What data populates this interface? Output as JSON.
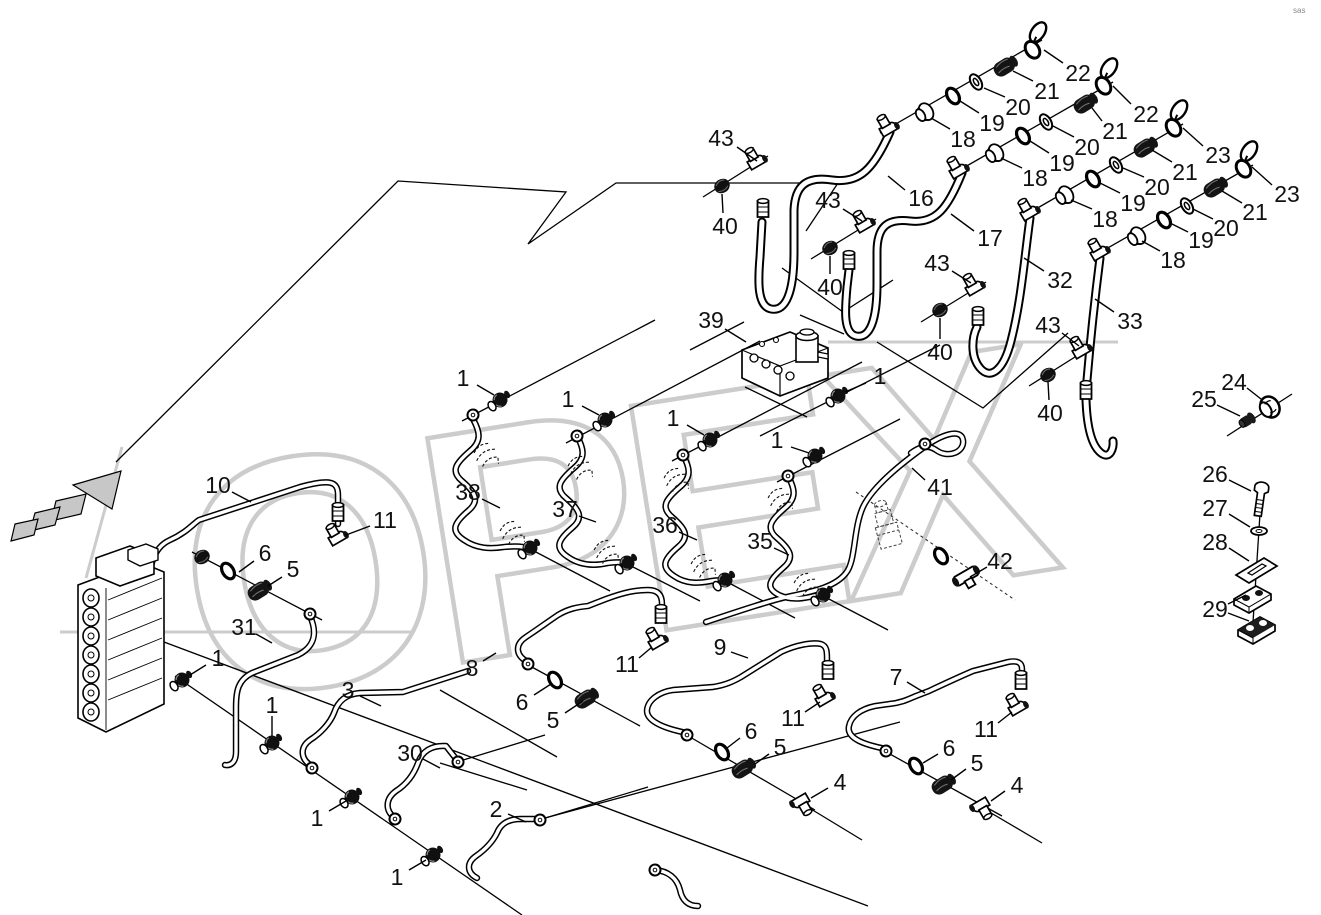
{
  "corner_mark": "sas",
  "watermark": {
    "text": "OPEX",
    "color": "#cccccc"
  },
  "colors": {
    "background": "#ffffff",
    "line": "#000000",
    "label": "#111111",
    "watermark": "#cccccc"
  },
  "diagram": {
    "labels": [
      [
        "43",
        721,
        138,
        [
          737,
          147,
          757,
          161
        ]
      ],
      [
        "40",
        725,
        226,
        [
          723,
          213,
          722,
          194
        ]
      ],
      [
        "16",
        921,
        198,
        [
          905,
          190,
          888,
          176
        ]
      ],
      [
        "17",
        990,
        238,
        [
          974,
          231,
          951,
          214
        ]
      ],
      [
        "43",
        828,
        200,
        [
          843,
          209,
          862,
          221
        ]
      ],
      [
        "40",
        830,
        287,
        [
          830,
          274,
          830,
          256
        ]
      ],
      [
        "43",
        937,
        263,
        [
          952,
          271,
          971,
          283
        ]
      ],
      [
        "40",
        940,
        352,
        [
          940,
          339,
          940,
          318
        ]
      ],
      [
        "43",
        1048,
        325,
        [
          1062,
          333,
          1079,
          346
        ]
      ],
      [
        "40",
        1050,
        413,
        [
          1049,
          400,
          1048,
          382
        ]
      ],
      [
        "18",
        963,
        139,
        [
          950,
          129,
          931,
          118
        ]
      ],
      [
        "19",
        992,
        123,
        [
          979,
          113,
          960,
          101
        ]
      ],
      [
        "20",
        1018,
        107,
        [
          1005,
          97,
          984,
          88
        ]
      ],
      [
        "21",
        1047,
        91,
        [
          1033,
          81,
          1013,
          71
        ]
      ],
      [
        "22",
        1078,
        73,
        [
          1063,
          63,
          1044,
          50
        ]
      ],
      [
        "18",
        1035,
        178,
        [
          1022,
          168,
          1001,
          158
        ]
      ],
      [
        "19",
        1062,
        163,
        [
          1049,
          153,
          1030,
          141
        ]
      ],
      [
        "20",
        1087,
        147,
        [
          1074,
          137,
          1053,
          126
        ]
      ],
      [
        "21",
        1115,
        131,
        [
          1102,
          121,
          1092,
          108
        ]
      ],
      [
        "22",
        1146,
        114,
        [
          1131,
          104,
          1113,
          86
        ]
      ],
      [
        "18",
        1105,
        219,
        [
          1092,
          209,
          1071,
          200
        ]
      ],
      [
        "19",
        1133,
        203,
        [
          1120,
          193,
          1100,
          183
        ]
      ],
      [
        "20",
        1157,
        187,
        [
          1144,
          177,
          1123,
          168
        ]
      ],
      [
        "21",
        1185,
        172,
        [
          1172,
          162,
          1152,
          150
        ]
      ],
      [
        "23",
        1218,
        155,
        [
          1203,
          146,
          1183,
          128
        ]
      ],
      [
        "18",
        1173,
        260,
        [
          1160,
          251,
          1142,
          241
        ]
      ],
      [
        "19",
        1201,
        240,
        [
          1188,
          232,
          1170,
          223
        ]
      ],
      [
        "20",
        1226,
        228,
        [
          1213,
          219,
          1193,
          209
        ]
      ],
      [
        "21",
        1255,
        212,
        [
          1242,
          203,
          1222,
          191
        ]
      ],
      [
        "23",
        1287,
        194,
        [
          1272,
          185,
          1252,
          167
        ]
      ],
      [
        "32",
        1060,
        280,
        [
          1044,
          271,
          1024,
          258
        ]
      ],
      [
        "33",
        1130,
        321,
        [
          1114,
          312,
          1095,
          299
        ]
      ],
      [
        "39",
        711,
        320,
        [
          725,
          329,
          746,
          342
        ]
      ],
      [
        "1",
        463,
        378,
        [
          477,
          385,
          494,
          395
        ]
      ],
      [
        "1",
        568,
        399,
        [
          582,
          406,
          599,
          415
        ]
      ],
      [
        "1",
        673,
        418,
        [
          687,
          425,
          704,
          435
        ]
      ],
      [
        "1",
        777,
        440,
        [
          791,
          447,
          809,
          453
        ]
      ],
      [
        "1",
        880,
        376,
        [
          866,
          383,
          845,
          392
        ]
      ],
      [
        "41",
        940,
        487,
        [
          925,
          480,
          912,
          468
        ]
      ],
      [
        "42",
        1000,
        561,
        [
          987,
          567,
          970,
          577
        ]
      ],
      [
        "38",
        468,
        492,
        [
          482,
          499,
          500,
          508
        ]
      ],
      [
        "37",
        565,
        509,
        [
          579,
          516,
          596,
          522
        ]
      ],
      [
        "36",
        665,
        525,
        [
          679,
          532,
          697,
          540
        ]
      ],
      [
        "35",
        760,
        541,
        [
          774,
          548,
          789,
          555
        ]
      ],
      [
        "10",
        218,
        485,
        [
          232,
          492,
          251,
          502
        ]
      ],
      [
        "11",
        385,
        520,
        [
          370,
          526,
          346,
          535
        ]
      ],
      [
        "6",
        265,
        553,
        [
          254,
          561,
          239,
          572
        ]
      ],
      [
        "5",
        293,
        569,
        [
          282,
          577,
          268,
          586
        ]
      ],
      [
        "31",
        244,
        627,
        [
          256,
          634,
          272,
          643
        ]
      ],
      [
        "1",
        218,
        658,
        [
          206,
          665,
          190,
          675
        ]
      ],
      [
        "3",
        348,
        690,
        [
          360,
          696,
          381,
          706
        ]
      ],
      [
        "1",
        272,
        705,
        [
          272,
          716,
          272,
          736
        ]
      ],
      [
        "30",
        410,
        753,
        [
          423,
          759,
          440,
          768
        ]
      ],
      [
        "1",
        317,
        818,
        [
          329,
          811,
          346,
          801
        ]
      ],
      [
        "2",
        496,
        809,
        [
          508,
          814,
          526,
          822
        ]
      ],
      [
        "1",
        397,
        877,
        [
          409,
          870,
          426,
          860
        ]
      ],
      [
        "8",
        472,
        668,
        [
          483,
          661,
          496,
          653
        ]
      ],
      [
        "6",
        522,
        702,
        [
          534,
          695,
          551,
          684
        ]
      ],
      [
        "5",
        553,
        720,
        [
          565,
          713,
          583,
          701
        ]
      ],
      [
        "11",
        627,
        664,
        [
          639,
          658,
          652,
          647
        ]
      ],
      [
        "9",
        720,
        647,
        [
          731,
          652,
          748,
          658
        ]
      ],
      [
        "11",
        793,
        718,
        [
          805,
          712,
          820,
          702
        ]
      ],
      [
        "6",
        751,
        731,
        [
          740,
          738,
          727,
          748
        ]
      ],
      [
        "5",
        780,
        747,
        [
          769,
          754,
          755,
          764
        ]
      ],
      [
        "4",
        840,
        782,
        [
          828,
          788,
          811,
          798
        ]
      ],
      [
        "7",
        896,
        677,
        [
          907,
          682,
          925,
          693
        ]
      ],
      [
        "11",
        986,
        729,
        [
          998,
          723,
          1012,
          712
        ]
      ],
      [
        "6",
        949,
        748,
        [
          938,
          754,
          923,
          763
        ]
      ],
      [
        "5",
        977,
        763,
        [
          966,
          769,
          951,
          780
        ]
      ],
      [
        "4",
        1017,
        785,
        [
          1005,
          791,
          991,
          801
        ]
      ],
      [
        "24",
        1234,
        382,
        [
          1247,
          388,
          1261,
          399
        ]
      ],
      [
        "25",
        1204,
        399,
        [
          1217,
          405,
          1240,
          416
        ]
      ],
      [
        "26",
        1215,
        474,
        [
          1229,
          480,
          1251,
          491
        ]
      ],
      [
        "27",
        1215,
        508,
        [
          1229,
          514,
          1250,
          527
        ]
      ],
      [
        "28",
        1215,
        542,
        [
          1229,
          548,
          1249,
          561
        ]
      ],
      [
        "29",
        1215,
        609,
        [
          1228,
          604,
          1246,
          595
        ],
        [
          1228,
          613,
          1249,
          621
        ]
      ]
    ],
    "parts": [
      [
        "elbow",
        889,
        128,
        -30
      ],
      [
        "nut",
        924,
        113,
        -32
      ],
      [
        "washer",
        953,
        96,
        -32
      ],
      [
        "washer2",
        976,
        82,
        -32
      ],
      [
        "sleeve",
        1006,
        66,
        -32
      ],
      [
        "clampkey",
        1036,
        44,
        -32
      ],
      [
        "elbow",
        959,
        170,
        -30
      ],
      [
        "nut",
        994,
        154,
        -32
      ],
      [
        "washer",
        1023,
        136,
        -32
      ],
      [
        "washer2",
        1046,
        122,
        -32
      ],
      [
        "sleeve",
        1086,
        103,
        -32
      ],
      [
        "clampkey",
        1107,
        80,
        -32
      ],
      [
        "elbow",
        1030,
        212,
        -30
      ],
      [
        "nut",
        1064,
        196,
        -32
      ],
      [
        "washer",
        1093,
        179,
        -32
      ],
      [
        "washer2",
        1116,
        165,
        -32
      ],
      [
        "sleeve",
        1146,
        147,
        -32
      ],
      [
        "clampkey",
        1177,
        122,
        -32
      ],
      [
        "elbow",
        1100,
        252,
        -30
      ],
      [
        "nut",
        1136,
        237,
        -32
      ],
      [
        "washer",
        1164,
        220,
        -32
      ],
      [
        "washer2",
        1187,
        206,
        -32
      ],
      [
        "sleeve",
        1216,
        187,
        -32
      ],
      [
        "clampkey",
        1247,
        163,
        -32
      ],
      [
        "elbow",
        757,
        161,
        -30
      ],
      [
        "dnut",
        722,
        186,
        -32
      ],
      [
        "vnut",
        763,
        209,
        0
      ],
      [
        "elbow",
        865,
        224,
        -30
      ],
      [
        "dnut",
        830,
        248,
        -32
      ],
      [
        "vnut",
        849,
        261,
        0
      ],
      [
        "elbow",
        975,
        287,
        -30
      ],
      [
        "dnut",
        940,
        310,
        -32
      ],
      [
        "vnut",
        978,
        317,
        0
      ],
      [
        "elbow",
        1082,
        350,
        -30
      ],
      [
        "dnut",
        1048,
        375,
        -32
      ],
      [
        "vnut",
        1086,
        391,
        0
      ],
      [
        "vnut",
        338,
        513,
        0
      ],
      [
        "elbow",
        338,
        537,
        -30
      ],
      [
        "vnut",
        661,
        615,
        0
      ],
      [
        "elbow",
        658,
        641,
        -30
      ],
      [
        "vnut",
        828,
        671,
        0
      ],
      [
        "elbow",
        825,
        698,
        -30
      ],
      [
        "vnut",
        1021,
        681,
        0
      ],
      [
        "elbow",
        1018,
        707,
        -30
      ],
      [
        "circle",
        473,
        415,
        -32
      ],
      [
        "circle",
        577,
        436,
        -32
      ],
      [
        "circle",
        683,
        455,
        -32
      ],
      [
        "circle",
        788,
        476,
        -32
      ],
      [
        "circle",
        310,
        614,
        -32
      ],
      [
        "circle",
        312,
        768,
        -32
      ],
      [
        "circle",
        395,
        819,
        -32
      ],
      [
        "circle",
        458,
        762,
        -32
      ],
      [
        "circle",
        540,
        820,
        -32
      ],
      [
        "circle",
        528,
        664,
        -32
      ],
      [
        "circle",
        687,
        735,
        -32
      ],
      [
        "circle",
        886,
        751,
        -32
      ],
      [
        "circle",
        925,
        444,
        -20
      ],
      [
        "circle",
        655,
        870,
        -32
      ],
      [
        "ball",
        500,
        400,
        -32
      ],
      [
        "ball",
        605,
        420,
        -32
      ],
      [
        "ball",
        710,
        440,
        -32
      ],
      [
        "ball",
        815,
        456,
        -32
      ],
      [
        "ball",
        838,
        396,
        -32
      ],
      [
        "ball",
        182,
        680,
        -32
      ],
      [
        "ball",
        272,
        743,
        -32
      ],
      [
        "ball",
        352,
        797,
        -32
      ],
      [
        "ball",
        433,
        855,
        -32
      ],
      [
        "ball",
        530,
        548,
        -32
      ],
      [
        "ball",
        627,
        563,
        -32
      ],
      [
        "ball",
        725,
        580,
        -32
      ],
      [
        "ball",
        823,
        595,
        -32
      ],
      [
        "dnut",
        202,
        557,
        -32
      ],
      [
        "washer",
        228,
        571,
        -32
      ],
      [
        "sleeve",
        260,
        590,
        -32
      ],
      [
        "washer",
        555,
        680,
        -32
      ],
      [
        "sleeve",
        587,
        698,
        -32
      ],
      [
        "washer",
        722,
        752,
        -32
      ],
      [
        "sleeve",
        744,
        768,
        -32
      ],
      [
        "elbow",
        800,
        802,
        150
      ],
      [
        "washer",
        916,
        766,
        -32
      ],
      [
        "sleeve",
        944,
        784,
        -32
      ],
      [
        "elbow",
        980,
        806,
        150
      ],
      [
        "washer",
        941,
        556,
        -32
      ],
      [
        "tee",
        966,
        576,
        -30
      ],
      [
        "ghost",
        886,
        525,
        -15
      ],
      [
        "nut24",
        1270,
        407,
        -32
      ],
      [
        "plug25",
        1248,
        420,
        -32
      ],
      [
        "bolt",
        1260,
        500,
        8
      ],
      [
        "flatwasher",
        1259,
        531,
        0
      ],
      [
        "plate",
        1256,
        567,
        0
      ],
      [
        "clampblock",
        1252,
        597,
        0
      ],
      [
        "clampblock2",
        1256,
        628,
        0
      ],
      [
        "tick",
        486,
        455,
        -32
      ],
      [
        "tick",
        512,
        533,
        -32
      ],
      [
        "tick",
        580,
        468,
        -32
      ],
      [
        "tick",
        606,
        552,
        -32
      ],
      [
        "tick",
        676,
        480,
        -32
      ],
      [
        "tick",
        703,
        566,
        -32
      ],
      [
        "tick",
        780,
        500,
        -32
      ],
      [
        "tick",
        806,
        585,
        -32
      ]
    ]
  }
}
